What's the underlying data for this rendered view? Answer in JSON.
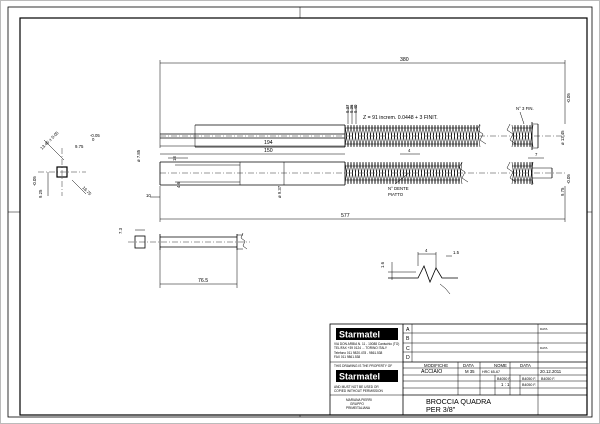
{
  "dimensions": {
    "d380": "380",
    "d194": "194",
    "d150": "150",
    "d577": "577",
    "d18": "18",
    "d10": "10",
    "d4_6": "4.6",
    "d9_37": "ø 9.37",
    "d7_85": "ø 7.85",
    "d4_top": "4",
    "d7_right": "7",
    "d13_45": "ø 13.45",
    "d9_75_right": "9.75",
    "d7_3": "7.3",
    "d76_5": "76.5",
    "d4_tooth": "4",
    "d1_5": "1.5",
    "d1_6": "1.6",
    "d13_45_left": "13.45 ± 0.05",
    "d9_75_left": "9.75",
    "d9_25": "9.25",
    "d16_75": "16.75",
    "tol_minus005": "-0.05",
    "tol_zero": "0",
    "dim_small1": "9.37",
    "dim_small2": "9.36",
    "dim_small3": "9.40"
  },
  "notes": {
    "formula": "Z = 91 increm. 0.0448 + 3 FINIT.",
    "teeth_note_1": "N° DENTE",
    "teeth_note_2": "PIATTO",
    "fin_note": "N° 3 FIN."
  },
  "title_block": {
    "company": "Starmatel",
    "company_small_1": "VIA DON ARBIA N. 11 - 10088 Canischio (TO)",
    "company_small_2": "TEL/FAX +39 0124 ... TORINO ITALY",
    "company_small_3": "Telefono 011 9820.478 - 9861.538",
    "company_small_4": "FAX 011 9861.538",
    "property_1": "THIS DRAWING IS THE PROPERTY OF",
    "property_2": "AND MUST NOT BE USED OR",
    "property_3": "COPIED WITHOUT PERMISSION",
    "signature_1": "MARIANA PIERRI",
    "signature_2": "GRUPPO",
    "signature_3": "PRIMEITALIANA",
    "rev_letters": [
      "A",
      "B",
      "C",
      "D"
    ],
    "col_modifiche": "MODIFICHE",
    "col_data": "DATA",
    "col_nome": "NOME",
    "col_data2": "DATA",
    "material_label": "ACCIAIO",
    "hardness": "HRC 65-67",
    "spec": "M 35",
    "date": "20.12.2011",
    "code_1": "B4050 F.",
    "code_2": "B4050 F.",
    "code_3": "B4050 F.",
    "scale": "1 : 1",
    "code_4": "B4050 F.",
    "title_1": "BROCCIA QUADRA",
    "title_2": "PER 3/8\""
  }
}
